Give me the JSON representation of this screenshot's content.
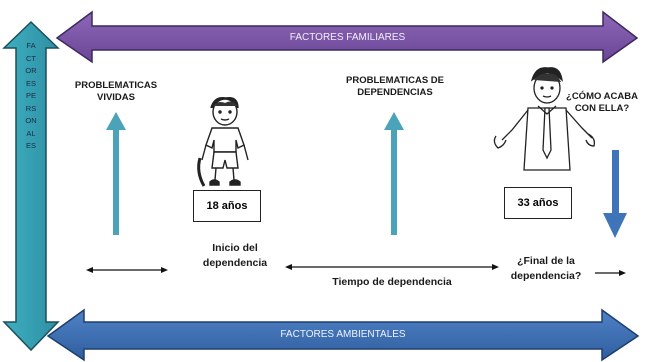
{
  "top_banner": {
    "label": "FACTORES FAMILIARES",
    "color": "#7b55a6"
  },
  "bottom_banner": {
    "label": "FACTORES AMBIENTALES",
    "color": "#3f6fb5"
  },
  "side_banner": {
    "label_lines": [
      "FA",
      "CT",
      "OR",
      "ES",
      "PE",
      "RS",
      "ON",
      "AL",
      "ES"
    ],
    "color": "#3aa3b7"
  },
  "problematicas_vividas": [
    "PROBLEMATICAS",
    "VIVIDAS"
  ],
  "problematicas_dependencias": [
    "PROBLEMATICAS DE",
    "DEPENDENCIAS"
  ],
  "como_acaba": [
    "¿CÓMO ACABA",
    "CON ELLA?"
  ],
  "age_start": "18 años",
  "age_end": "33 años",
  "inicio": [
    "Inicio del",
    "dependencia"
  ],
  "tiempo": "Tiempo de dependencia",
  "final": [
    "¿Final de la",
    "dependencia?"
  ],
  "figures": {
    "child": "child-figure",
    "adult": "adult-figure"
  },
  "colors": {
    "teal_arrow": "#4aa3b8",
    "blue_arrow": "#3f74b8"
  }
}
